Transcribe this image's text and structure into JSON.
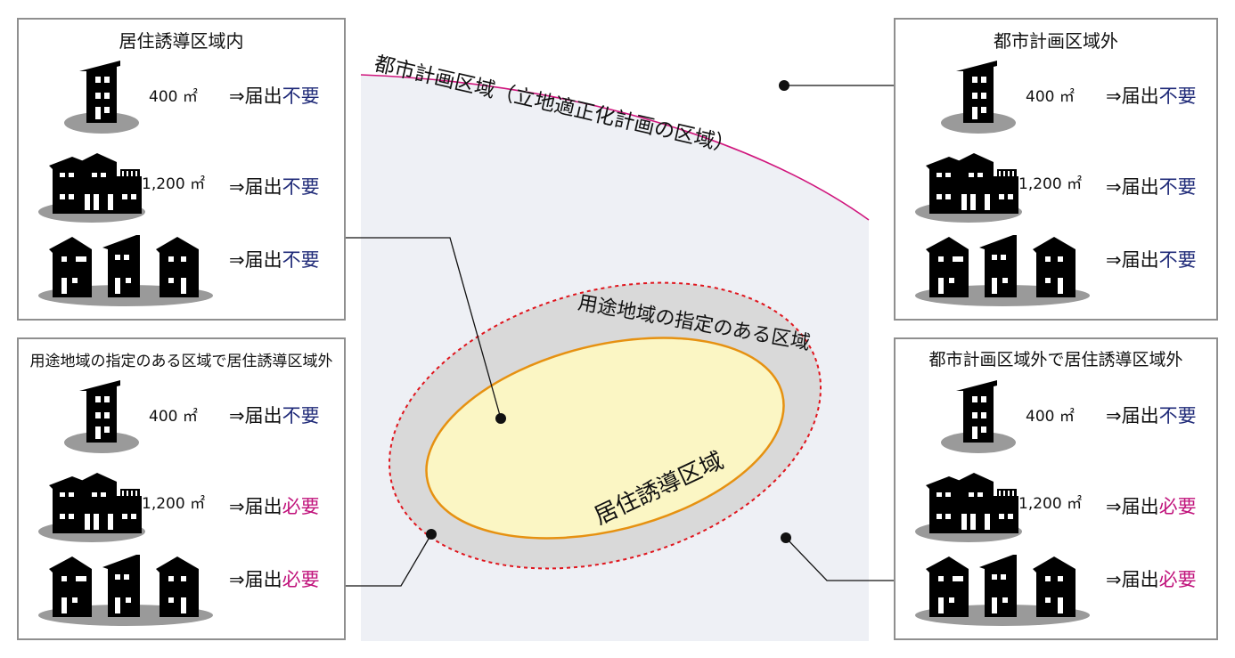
{
  "colors": {
    "city_area_fill": "#eef0f5",
    "city_boundary": "#d0167d",
    "use_zone_fill": "#d9d9d9",
    "use_zone_border": "#e0161e",
    "residential_fill": "#fbf6c4",
    "residential_border": "#e69111",
    "not_required": "#1f2a78",
    "required": "#c0127b"
  },
  "zones": {
    "city_planning": "都市計画区域（立地適正化計画の区域）",
    "use_zone": "用途地域の指定のある区域",
    "residential_induction": "居住誘導区域"
  },
  "panels": [
    {
      "title": "居住誘導区域内",
      "rows": [
        {
          "icon": "single-house-icon",
          "area": "400 ㎡",
          "arrow": "⇒届出",
          "status": "不要",
          "required": false
        },
        {
          "icon": "large-house-icon",
          "area": "1,200 ㎡",
          "arrow": "⇒届出",
          "status": "不要",
          "required": false
        },
        {
          "icon": "three-houses-icon",
          "area": "",
          "arrow": "⇒届出",
          "status": "不要",
          "required": false
        }
      ]
    },
    {
      "title": "都市計画区域外",
      "rows": [
        {
          "icon": "single-house-icon",
          "area": "400 ㎡",
          "arrow": "⇒届出",
          "status": "不要",
          "required": false
        },
        {
          "icon": "large-house-icon",
          "area": "1,200 ㎡",
          "arrow": "⇒届出",
          "status": "不要",
          "required": false
        },
        {
          "icon": "three-houses-icon",
          "area": "",
          "arrow": "⇒届出",
          "status": "不要",
          "required": false
        }
      ]
    },
    {
      "title": "用途地域の指定のある区域で居住誘導区域外",
      "rows": [
        {
          "icon": "single-house-icon",
          "area": "400 ㎡",
          "arrow": "⇒届出",
          "status": "不要",
          "required": false
        },
        {
          "icon": "large-house-icon",
          "area": "1,200 ㎡",
          "arrow": "⇒届出",
          "status": "必要",
          "required": true
        },
        {
          "icon": "three-houses-icon",
          "area": "",
          "arrow": "⇒届出",
          "status": "必要",
          "required": true
        }
      ]
    },
    {
      "title": "都市計画区域外で居住誘導区域外",
      "rows": [
        {
          "icon": "single-house-icon",
          "area": "400 ㎡",
          "arrow": "⇒届出",
          "status": "不要",
          "required": false
        },
        {
          "icon": "large-house-icon",
          "area": "1,200 ㎡",
          "arrow": "⇒届出",
          "status": "必要",
          "required": true
        },
        {
          "icon": "three-houses-icon",
          "area": "",
          "arrow": "⇒届出",
          "status": "必要",
          "required": true
        }
      ]
    }
  ]
}
